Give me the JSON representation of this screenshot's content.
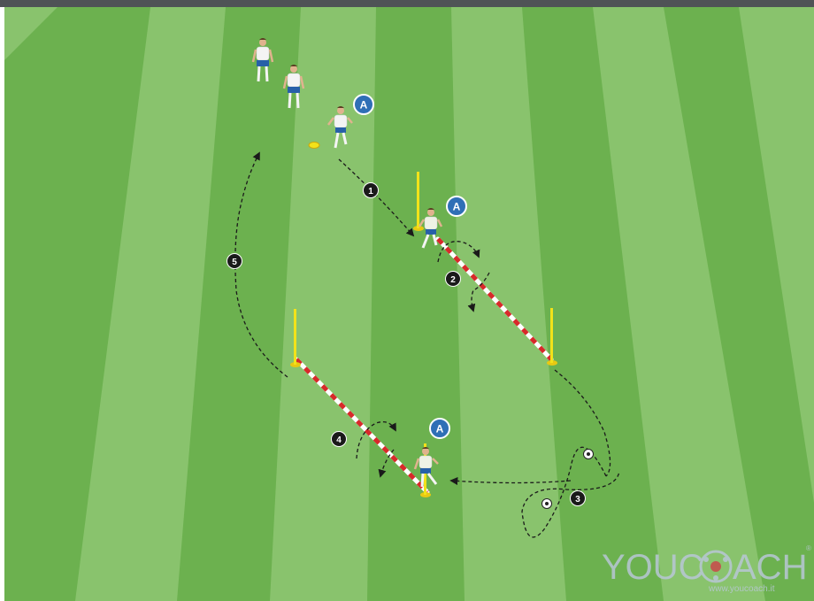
{
  "diagram": {
    "player_badge_letter": "A",
    "step_numbers": [
      "1",
      "2",
      "3",
      "4",
      "5"
    ],
    "colors": {
      "pitch_light": "#89c36d",
      "pitch_dark": "#6cb14f",
      "top_bar": "#4f5356",
      "badge_blue": "#2f6fb6",
      "step_badge": "#1a1a1a",
      "pole_yellow": "#f2e21a",
      "barrier_red": "#d8292a",
      "shirt_white": "#f4f4f4",
      "shorts_blue": "#2760a8",
      "skin": "#e0b38e",
      "hair": "#5a3d22"
    },
    "icons": [
      "player-figure",
      "ball-icon",
      "cone-icon",
      "pole-icon",
      "barrier-icon",
      "arrow-icon"
    ]
  },
  "brand": {
    "logo_you": "YOUC",
    "logo_ach": "ACH",
    "registered": "®",
    "website": "www.youcoach.it"
  }
}
